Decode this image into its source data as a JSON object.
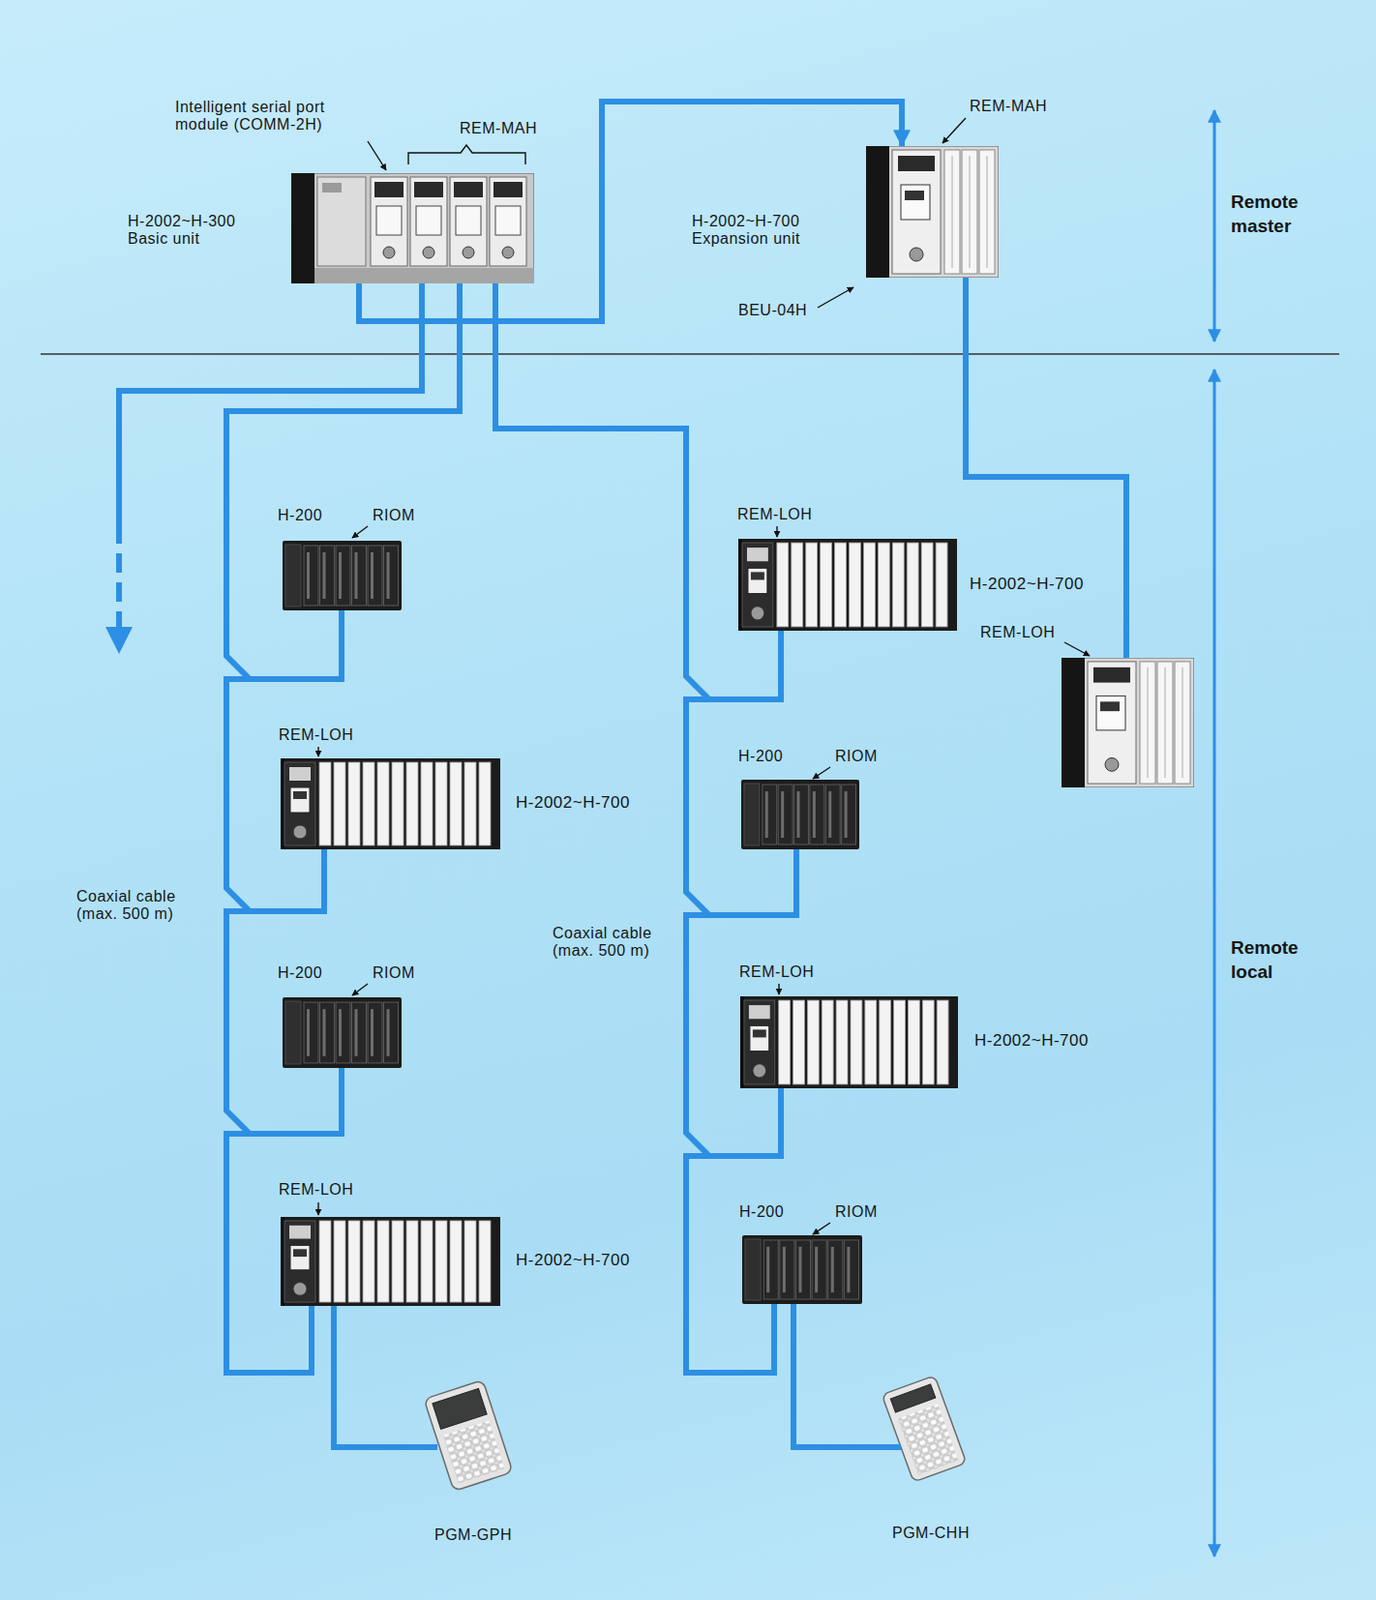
{
  "diagram": {
    "nodes": [
      {
        "text": [
          "Intelligent serial port module (COMM-2H)",
          "REM-MAH",
          "H-2002~H-300 Basic unit"
        ]
      },
      {
        "text": [
          "REM-MAH",
          "H-2002~H-700 Expansion unit",
          "BEU-04H"
        ]
      },
      {
        "text": [
          "H-200",
          "RIOM"
        ]
      },
      {
        "text": [
          "REM-LOH",
          "H-2002~H-700"
        ]
      },
      {
        "text": [
          "H-200",
          "RIOM"
        ]
      },
      {
        "text": [
          "REM-LOH",
          "H-2002~H-700"
        ]
      },
      {
        "text": [
          "PGM-GPH"
        ]
      },
      {
        "text": [
          "REM-LOH",
          "H-2002~H-700"
        ]
      },
      {
        "text": [
          "H-200",
          "RIOM"
        ]
      },
      {
        "text": [
          "REM-LOH",
          "H-2002~H-700"
        ]
      },
      {
        "text": [
          "H-200",
          "RIOM"
        ]
      },
      {
        "text": [
          "PGM-CHH"
        ]
      },
      {
        "text": [
          "REM-LOH"
        ]
      }
    ],
    "edges": [
      {
        "from": 0,
        "to": 1,
        "arrow": "to"
      },
      {
        "from": 0,
        "to": 2,
        "arrow": "none"
      },
      {
        "from": 2,
        "to": 3,
        "arrow": "none"
      },
      {
        "from": 3,
        "to": 4,
        "arrow": "none"
      },
      {
        "from": 4,
        "to": 5,
        "arrow": "none"
      },
      {
        "from": 5,
        "to": 6,
        "arrow": "none"
      },
      {
        "from": 0,
        "to": 7,
        "arrow": "none"
      },
      {
        "from": 7,
        "to": 8,
        "arrow": "none"
      },
      {
        "from": 8,
        "to": 9,
        "arrow": "none"
      },
      {
        "from": 9,
        "to": 10,
        "arrow": "none"
      },
      {
        "from": 10,
        "to": 11,
        "arrow": "none"
      },
      {
        "from": 1,
        "to": 12,
        "arrow": "none"
      }
    ],
    "labels": [
      "Remote master",
      "Remote local",
      "Coaxial cable (max. 500 m)",
      "Coaxial cable (max. 500 m)"
    ]
  }
}
